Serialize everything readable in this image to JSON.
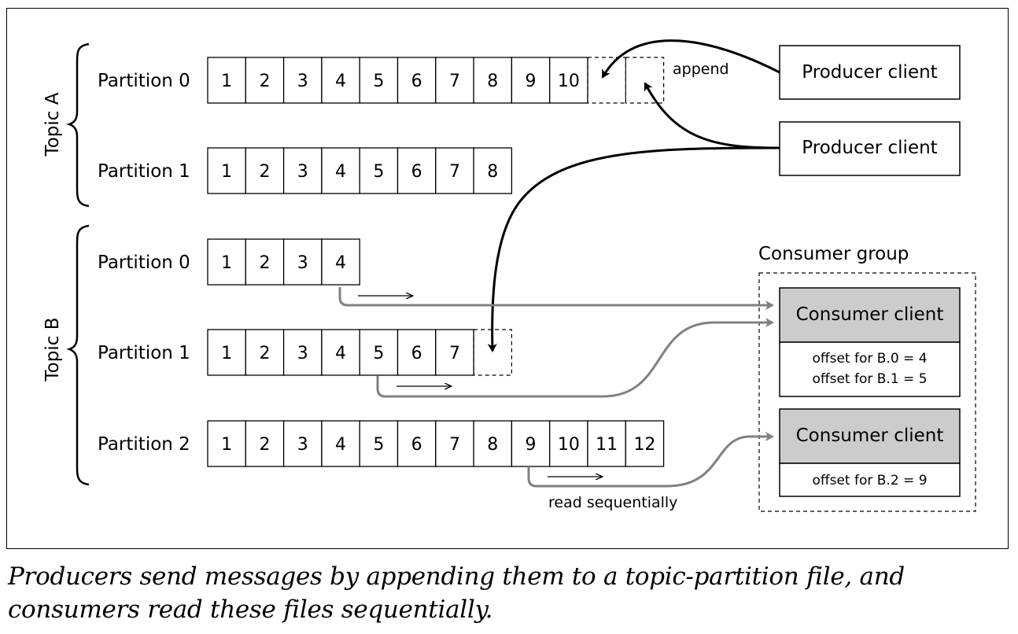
{
  "topics": [
    {
      "label": "Topic A",
      "partitions": [
        {
          "label": "Partition 0",
          "cells": [
            "1",
            "2",
            "3",
            "4",
            "5",
            "6",
            "7",
            "8",
            "9",
            "10"
          ],
          "pending_cells": 2
        },
        {
          "label": "Partition 1",
          "cells": [
            "1",
            "2",
            "3",
            "4",
            "5",
            "6",
            "7",
            "8"
          ],
          "pending_cells": 0
        }
      ]
    },
    {
      "label": "Topic B",
      "partitions": [
        {
          "label": "Partition 0",
          "cells": [
            "1",
            "2",
            "3",
            "4"
          ],
          "pending_cells": 0
        },
        {
          "label": "Partition 1",
          "cells": [
            "1",
            "2",
            "3",
            "4",
            "5",
            "6",
            "7"
          ],
          "pending_cells": 1
        },
        {
          "label": "Partition 2",
          "cells": [
            "1",
            "2",
            "3",
            "4",
            "5",
            "6",
            "7",
            "8",
            "9",
            "10",
            "11",
            "12"
          ],
          "pending_cells": 0
        }
      ]
    }
  ],
  "producers": [
    "Producer client",
    "Producer client"
  ],
  "append_label": "append",
  "consumer_group": {
    "title": "Consumer group",
    "consumers": [
      {
        "label": "Consumer client",
        "offsets": [
          "offset for B.0 = 4",
          "offset for B.1 = 5"
        ]
      },
      {
        "label": "Consumer client",
        "offsets": [
          "offset for B.2 = 9"
        ]
      }
    ]
  },
  "read_label": "read sequentially",
  "caption": [
    "Producers send messages by appending them to a topic-partition file, and",
    "consumers read these files sequentially."
  ],
  "colors": {
    "line": "#000000",
    "read_arrow": "#808080",
    "consumer_header": "#cccccc"
  }
}
